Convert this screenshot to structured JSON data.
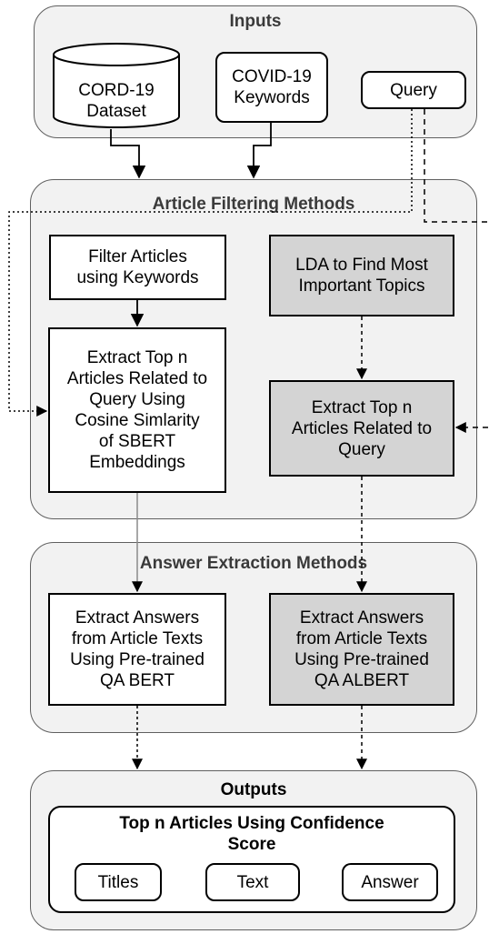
{
  "inputs": {
    "title": "Inputs",
    "dataset": "CORD-19\nDataset",
    "keywords": "COVID-19\nKeywords",
    "query": "Query"
  },
  "filtering": {
    "title": "Article Filtering Methods",
    "filter_keywords": "Filter Articles\nusing Keywords",
    "sbert": "Extract Top n\nArticles Related to\nQuery Using\nCosine Simlarity\nof SBERT\nEmbeddings",
    "lda": "LDA to Find Most\nImportant Topics",
    "lda_extract": "Extract Top n\nArticles Related to\nQuery"
  },
  "answer": {
    "title": "Answer Extraction Methods",
    "bert": "Extract Answers\nfrom Article Texts\nUsing Pre-trained\nQA BERT",
    "albert": "Extract Answers\nfrom Article Texts\nUsing Pre-trained\nQA ALBERT"
  },
  "outputs": {
    "title": "Outputs",
    "inner_title": "Top n Articles Using Confidence\nScore",
    "titles": "Titles",
    "text": "Text",
    "answer": "Answer"
  },
  "colors": {
    "group_fill": "#f2f2f2",
    "grey_box": "#d4d4d4",
    "border": "#000000"
  }
}
